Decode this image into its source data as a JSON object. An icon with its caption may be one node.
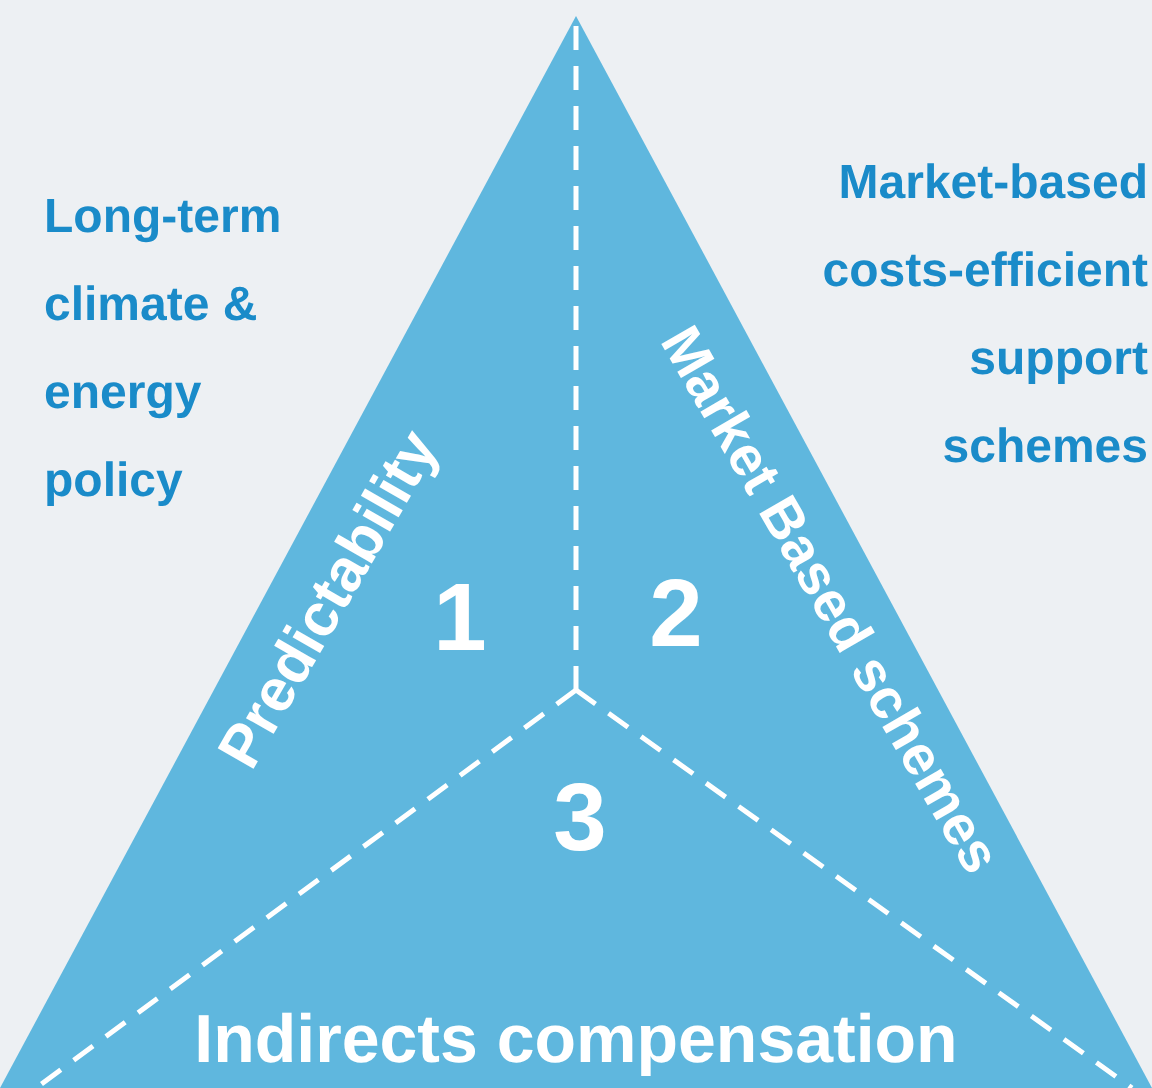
{
  "diagram": {
    "nodes": [
      {
        "text": [],
        "shape": "triangle"
      },
      {
        "text": [
          "Predictability",
          "1"
        ],
        "in": 0
      },
      {
        "text": [
          "Market Based schemes",
          "2"
        ],
        "in": 0
      },
      {
        "text": [
          "3",
          "Indirects compensation"
        ],
        "in": 0
      }
    ],
    "labels": [
      "Long-term climate & energy policy",
      "Market-based costs-efficient support schemes"
    ]
  }
}
